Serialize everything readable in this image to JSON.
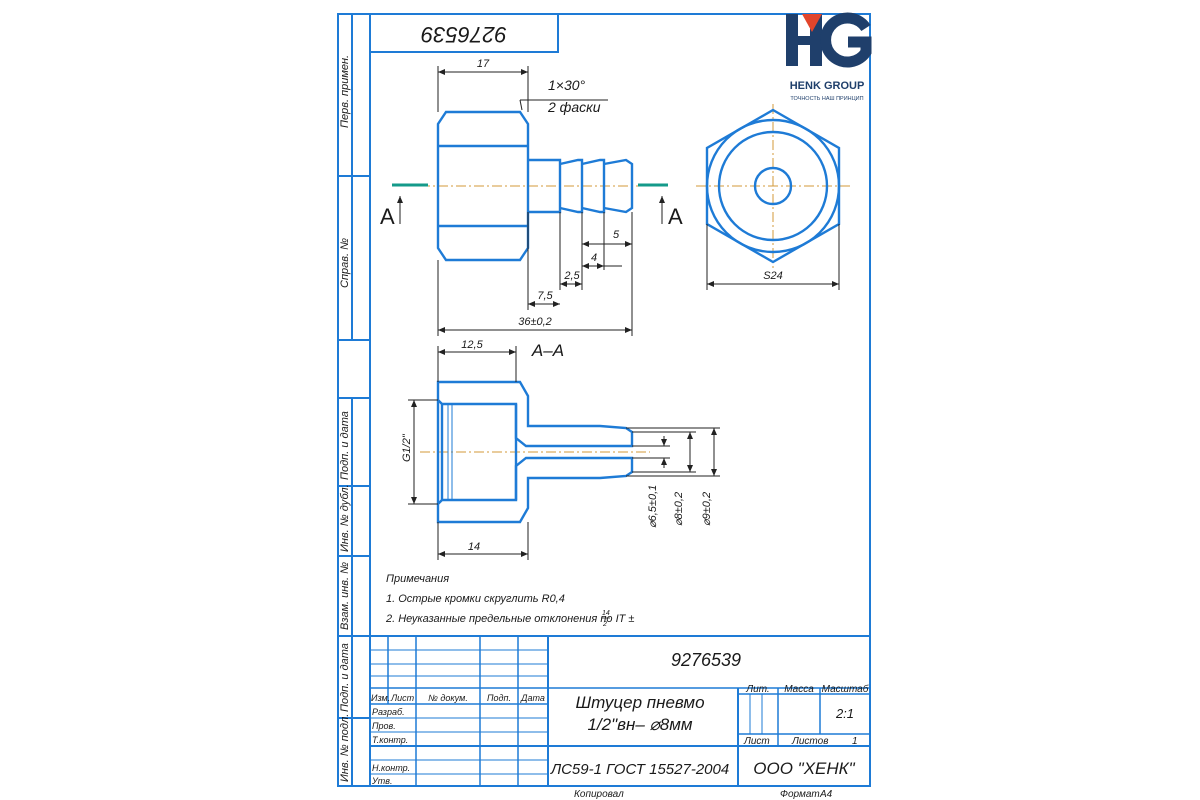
{
  "logo": {
    "letters": "HG",
    "company": "HENK GROUP",
    "tagline": "ТОЧНОСТЬ НАШ ПРИНЦИП",
    "colors": {
      "navy": "#1f3f6b",
      "red": "#e2452b"
    }
  },
  "stamp_code_rotated": "9276539",
  "side_labels": [
    "Перв. примен.",
    "Справ. №",
    "Подп. и дата",
    "Инв. № дубл.",
    "Взам. инв. №",
    "Подп. и дата",
    "Инв. № подл."
  ],
  "drawing": {
    "chamfer_note": "1×30°",
    "chamfer_count": "2 фаски",
    "section_mark": "А",
    "section_title": "А–А",
    "dims": {
      "d17": "17",
      "d5": "5",
      "d4": "4",
      "d25": "2,5",
      "d75": "7,5",
      "d36": "36±0,2",
      "s24": "S24",
      "d125": "12,5",
      "d14": "14",
      "g12": "G1/2\"",
      "d65": "⌀6,5±0,1",
      "d8": "⌀8±0,2",
      "d9": "⌀9±0,2"
    }
  },
  "notes": {
    "title": "Примечания",
    "item1": "1. Острые кромки скруглить R0,4",
    "item2_prefix": "2. Неуказанные предельные отклонения по IT ±",
    "item2_num": "14",
    "item2_den": "2"
  },
  "title_block": {
    "code": "9276539",
    "name_line1": "Штуцер пневмо",
    "name_line2": "1/2\"вн– ⌀8мм",
    "material": "ЛС59-1 ГОСТ 15527-2004",
    "company": "ООО \"ХЕНК\"",
    "col_izm": "Изм.",
    "col_list": "Лист",
    "col_doc": "№ докум.",
    "col_sign": "Подп.",
    "col_date": "Дата",
    "row_razrab": "Разраб.",
    "row_prov": "Пров.",
    "row_tkontr": "Т.контр.",
    "row_nkontr": "Н.контр.",
    "row_utv": "Утв.",
    "lit": "Лит.",
    "mass": "Масса",
    "scale_label": "Масштаб",
    "scale_value": "2:1",
    "sheet": "Лист",
    "sheets": "Листов",
    "sheets_value": "1",
    "copied": "Копировал",
    "format_label": "Формат",
    "format_value": "А4"
  }
}
